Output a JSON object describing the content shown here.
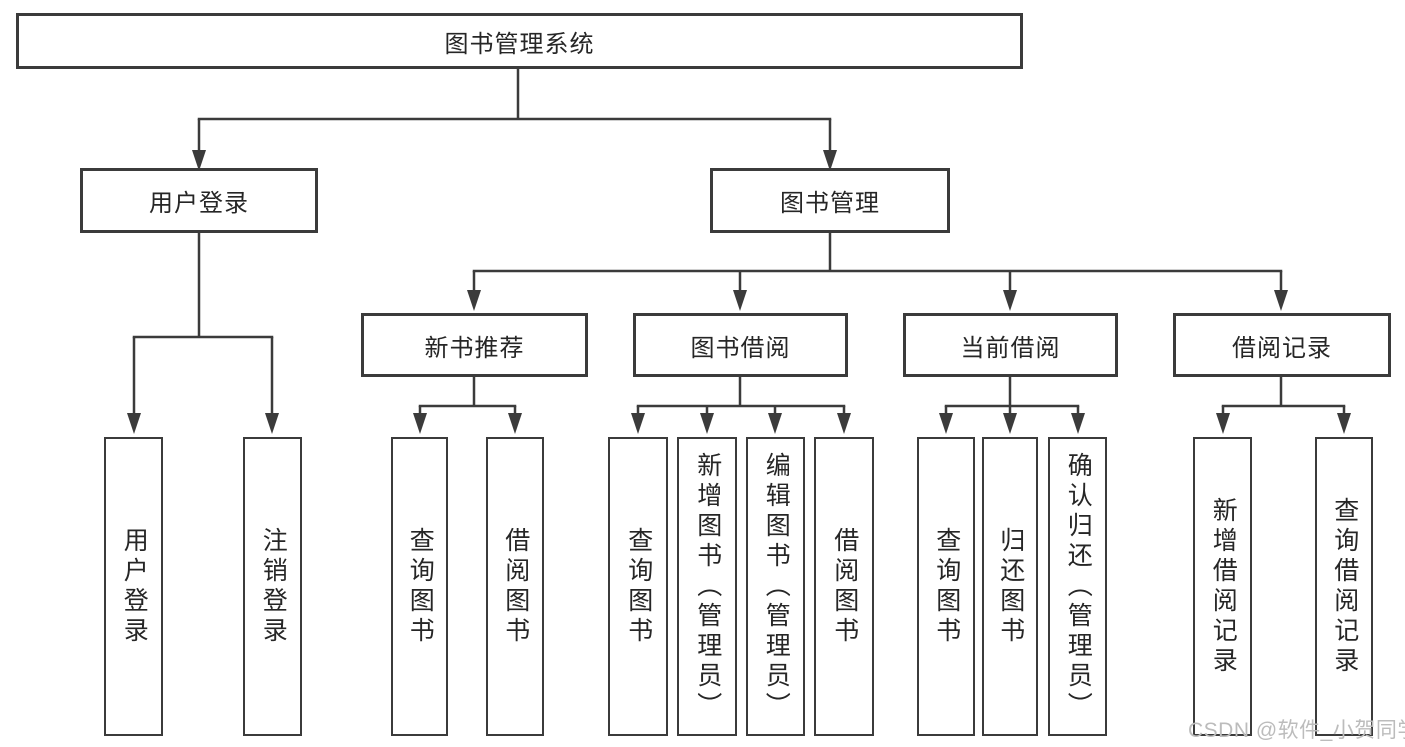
{
  "tree": {
    "label": "图书管理系统",
    "children": [
      {
        "label": "用户登录",
        "children": [
          {
            "label": "用户登录"
          },
          {
            "label": "注销登录"
          }
        ]
      },
      {
        "label": "图书管理",
        "children": [
          {
            "label": "新书推荐",
            "children": [
              {
                "label": "查询图书"
              },
              {
                "label": "借阅图书"
              }
            ]
          },
          {
            "label": "图书借阅",
            "children": [
              {
                "label": "查询图书"
              },
              {
                "label": "新增图书（管理员）"
              },
              {
                "label": "编辑图书（管理员）"
              },
              {
                "label": "借阅图书"
              }
            ]
          },
          {
            "label": "当前借阅",
            "children": [
              {
                "label": "查询图书"
              },
              {
                "label": "归还图书"
              },
              {
                "label": "确认归还（管理员）"
              }
            ]
          },
          {
            "label": "借阅记录",
            "children": [
              {
                "label": "新增借阅记录"
              },
              {
                "label": "查询借阅记录"
              }
            ]
          }
        ]
      }
    ]
  },
  "watermark": {
    "text": "CSDN @软件_小贺同学"
  },
  "colors": {
    "line": "#3b3b3b",
    "box_background": "#ffffff",
    "text": "#262626",
    "watermark": "#bcbcbc"
  }
}
